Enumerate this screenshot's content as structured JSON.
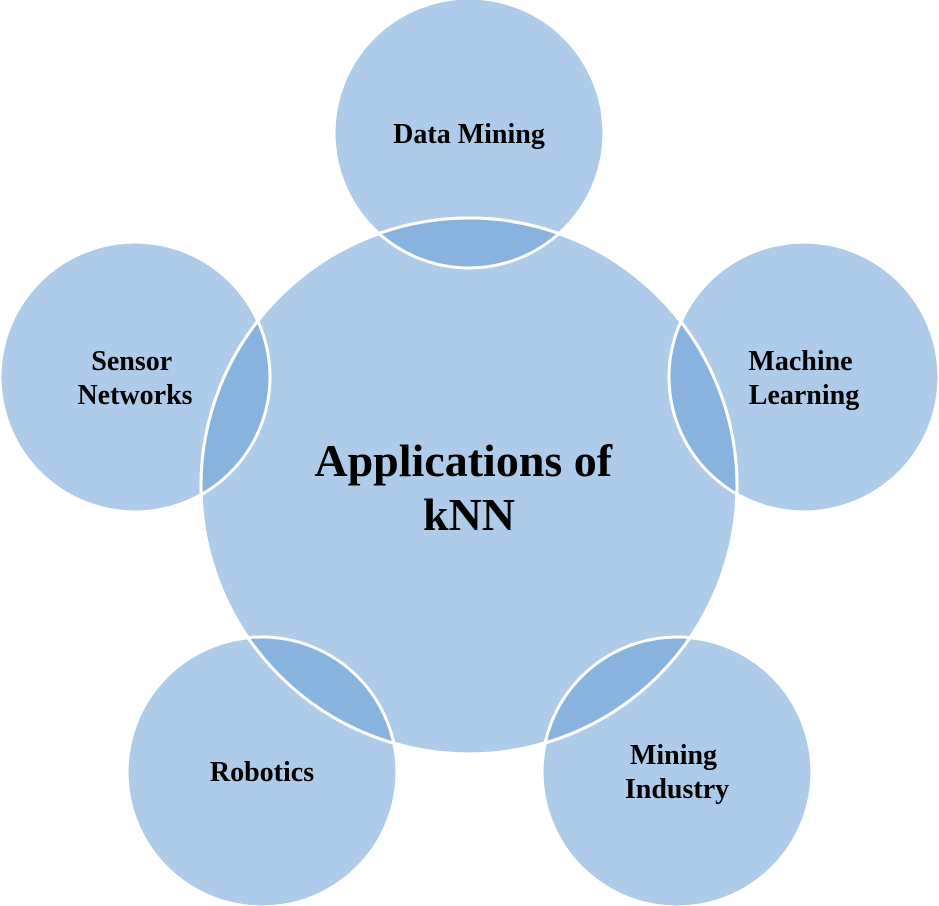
{
  "diagram": {
    "center": {
      "lines": [
        "Applications of",
        "kNN"
      ]
    },
    "nodes": [
      {
        "key": "data-mining",
        "lines": [
          "Data Mining"
        ]
      },
      {
        "key": "machine-learning",
        "lines": [
          "Machine",
          "Learning"
        ]
      },
      {
        "key": "mining-industry",
        "lines": [
          "Mining",
          "Industry"
        ]
      },
      {
        "key": "robotics",
        "lines": [
          "Robotics"
        ]
      },
      {
        "key": "sensor-networks",
        "lines": [
          "Sensor",
          "Networks"
        ]
      }
    ],
    "colors": {
      "circle_fill": "#aecbe9",
      "overlap_fill": "#88b3df",
      "stroke": "#ffffff",
      "text": "#000000"
    }
  }
}
